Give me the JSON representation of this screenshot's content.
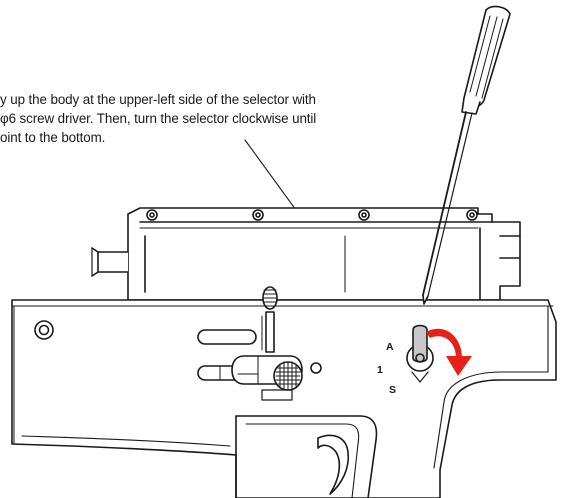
{
  "instruction": {
    "lines": [
      "y up the body at the upper-left side of the selector with",
      "φ6 screw driver. Then, turn the selector clockwise until",
      "oint to the bottom."
    ]
  },
  "selector_labels": {
    "a": "A",
    "one": "1",
    "s": "S"
  },
  "colors": {
    "outline": "#1a1a1a",
    "arrow": "#e8201a",
    "selector_fill": "#c8c8c8"
  }
}
